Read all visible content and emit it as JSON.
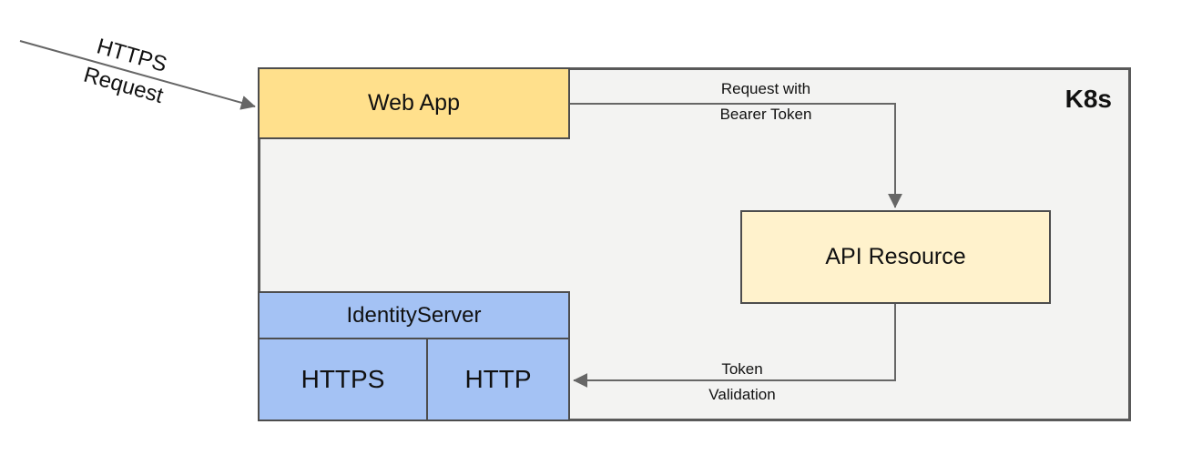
{
  "container": {
    "label": "K8s"
  },
  "nodes": {
    "web_app": {
      "label": "Web App"
    },
    "api_resource": {
      "label": "API Resource"
    },
    "identity_server": {
      "label": "IdentityServer"
    },
    "https_endpoint": {
      "label": "HTTPS"
    },
    "http_endpoint": {
      "label": "HTTP"
    }
  },
  "arrows": {
    "https_request": {
      "line1": "HTTPS",
      "line2": "Request"
    },
    "bearer_token": {
      "line1": "Request with",
      "line2": "Bearer Token"
    },
    "token_validation": {
      "line1": "Token",
      "line2": "Validation"
    }
  },
  "colors": {
    "web_app_fill": "#ffe08c",
    "api_resource_fill": "#fff2cc",
    "identity_fill": "#a4c2f4",
    "container_fill": "#f3f3f2",
    "box_border": "#4d4d4d",
    "container_border": "#595959",
    "arrow": "#666666",
    "text": "#111111"
  }
}
